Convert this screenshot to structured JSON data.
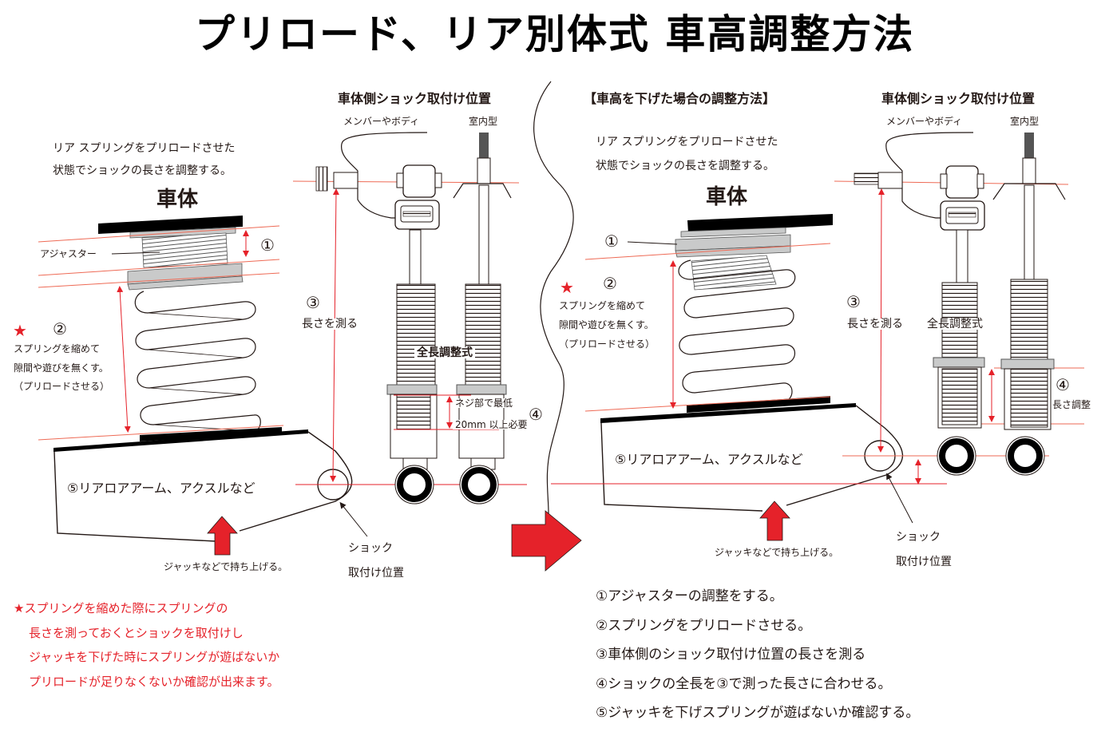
{
  "title": "プリロード、リア別体式 車高調整方法",
  "colors": {
    "accent_red": "#e5222a",
    "guide_line": "#ee6a55",
    "ink": "#231815",
    "metal_gray": "#c9caca"
  },
  "left_panel": {
    "instruction_lines": [
      "リア スプリングをプリロードさせた",
      "状態でショックの長さを調整する。"
    ],
    "body_label": "車体",
    "adjuster_label": "アジャスター",
    "step1_marker": "①",
    "step2_marker": "②",
    "star_icon": "★",
    "step2_lines": [
      "スプリングを縮めて",
      "隙間や遊びを無くす。",
      "（プリロードさせる）"
    ],
    "step3_marker": "③",
    "step3_label": "長さを測る",
    "step5_label": "⑤リアロアアーム、アクスルなど",
    "jack_label": "ジャッキなどで持ち上げる。",
    "shock_mount_lines": [
      "ショック",
      "取付け位置"
    ],
    "mount_header": "車体側ショック取付け位置",
    "member_label": "メンバーやボディ",
    "interior_label": "室内型",
    "full_length_label": "全長調整式",
    "thread_note_lines": [
      "ネジ部で最低",
      "20mm 以上必要"
    ],
    "step4_marker": "④"
  },
  "warning_note": {
    "lines": [
      "★スプリングを縮めた際にスプリングの",
      "長さを測っておくとショックを取付けし",
      "ジャッキを下げた時にスプリングが遊ばないか",
      "プリロードが足りなくないか確認が出来ます。"
    ]
  },
  "right_panel": {
    "header": "【車高を下げた場合の調整方法】",
    "instruction_lines": [
      "リア スプリングをプリロードさせた",
      "状態でショックの長さを調整する。"
    ],
    "body_label": "車体",
    "step1_marker": "①",
    "step2_marker": "②",
    "star_icon": "★",
    "step2_lines": [
      "スプリングを縮めて",
      "隙間や遊びを無くす。",
      "（プリロードさせる）"
    ],
    "step3_marker": "③",
    "step3_label": "長さを測る",
    "full_length_label": "全長調整式",
    "step4_marker": "④",
    "step4_label": "長さ調整",
    "step5_label": "⑤リアロアアーム、アクスルなど",
    "jack_label": "ジャッキなどで持ち上げる。",
    "shock_mount_lines": [
      "ショック",
      "取付け位置"
    ],
    "mount_header": "車体側ショック取付け位置",
    "member_label": "メンバーやボディ",
    "interior_label": "室内型"
  },
  "steps": [
    "①アジャスターの調整をする。",
    "②スプリングをプリロードさせる。",
    "③車体側のショック取付け位置の長さを測る",
    "④ショックの全長を③で測った長さに合わせる。",
    "⑤ジャッキを下げスプリングが遊ばないか確認する。"
  ]
}
